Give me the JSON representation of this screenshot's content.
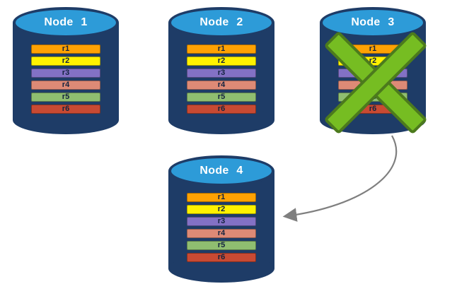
{
  "diagram": {
    "nodes": [
      {
        "label": "Node 1",
        "failed": false,
        "records": [
          "r1",
          "r2",
          "r3",
          "r4",
          "r5",
          "r6"
        ]
      },
      {
        "label": "Node 2",
        "failed": false,
        "records": [
          "r1",
          "r2",
          "r3",
          "r4",
          "r5",
          "r6"
        ]
      },
      {
        "label": "Node 3",
        "failed": true,
        "records": [
          "r1",
          "r2",
          "r3",
          "r4",
          "r5",
          "r6"
        ]
      },
      {
        "label": "Node 4",
        "failed": false,
        "records": [
          "r1",
          "r2",
          "r3",
          "r4",
          "r5",
          "r6"
        ]
      }
    ],
    "record_colors": {
      "r1": "#FFA203",
      "r2": "#FFF200",
      "r3": "#8371C5",
      "r4": "#DD8A76",
      "r5": "#8FBE70",
      "r6": "#C84A33"
    },
    "colors": {
      "background": "#FFFFFF",
      "cylinder_body": "#1E3C67",
      "cylinder_top": "#2D9BD8",
      "label_text": "#FFFFFF",
      "record_text": "#13233F",
      "x_fill": "#76BD22",
      "x_stroke": "#4C7A1D",
      "arrow": "#7F7F7F"
    }
  }
}
